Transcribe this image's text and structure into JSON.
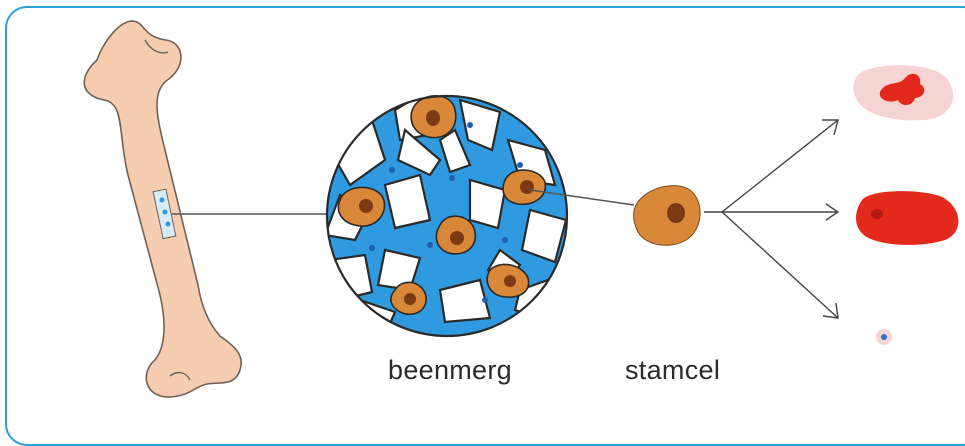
{
  "labels": {
    "marrow": "beenmerg",
    "stem_cell": "stamcel"
  },
  "colors": {
    "frame": "#2aa0d6",
    "bone": "#f6cdb0",
    "marrow_blue": "#2f9ae0",
    "cell_body": "#d9883a",
    "cell_nucleus": "#7a3a14",
    "red_cell": "#e3281c",
    "pale_cell": "#f7d4d4",
    "line": "#444444"
  },
  "icons": [
    "bone",
    "marrow-magnifier",
    "stem-cell",
    "red-blood-cell",
    "white-blood-cell",
    "platelet",
    "arrow"
  ]
}
